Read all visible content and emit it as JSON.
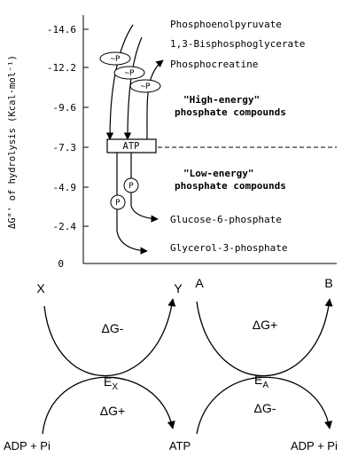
{
  "energy_scale": {
    "axis_label": "ΔG°' of hydrolysis (Kcal·mol⁻¹)",
    "ticks": [
      "-14.6",
      "-12.2",
      "-9.6",
      "-7.3",
      "-4.9",
      "-2.4",
      "0"
    ],
    "compounds": {
      "pep": "Phosphoenolpyruvate",
      "bpg": "1,3-Bisphosphoglycerate",
      "pcr": "Phosphocreatine",
      "g6p": "Glucose-6-phosphate",
      "g3p": "Glycerol-3-phosphate"
    },
    "high_energy": {
      "line1": "\"High-energy\"",
      "line2": "phosphate compounds"
    },
    "low_energy": {
      "line1": "\"Low-energy\"",
      "line2": "phosphate compounds"
    },
    "atp_box": "ATP",
    "tags": {
      "high": "~P",
      "low": "P"
    }
  },
  "coupling": {
    "left_top": {
      "from": "X",
      "to": "Y",
      "dg": "ΔG-"
    },
    "right_top": {
      "from": "A",
      "to": "B",
      "dg": "ΔG+"
    },
    "left_bottom": {
      "from": "ADP + Pi",
      "to": "ATP",
      "dg": "ΔG+"
    },
    "right_bottom": {
      "to": "ADP + Pi",
      "dg": "ΔG-"
    },
    "enzyme_x": {
      "base": "E",
      "sub": "X"
    },
    "enzyme_a": {
      "base": "E",
      "sub": "A"
    }
  },
  "colors": {
    "ink": "#000000",
    "background": "#ffffff"
  }
}
